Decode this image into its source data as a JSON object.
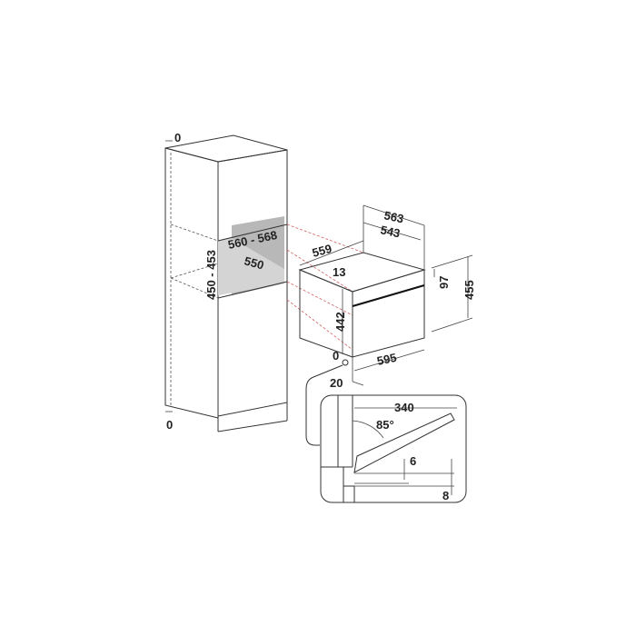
{
  "labels": {
    "cabinet_top_offset": "0",
    "cabinet_bottom_offset": "0",
    "niche_width": "560 - 568",
    "niche_depth": "550",
    "niche_height": "450 - 453",
    "oven_depth_total": "563",
    "oven_depth_body": "543",
    "oven_width_body": "559",
    "oven_top_gap": "13",
    "oven_panel_height": "97",
    "oven_total_height": "455",
    "oven_body_height": "442",
    "oven_front_width": "595",
    "oven_bottom_offset": "0",
    "oven_front_thickness": "20",
    "door_depth": "340",
    "door_angle": "85°",
    "door_gap_1": "6",
    "door_gap_2": "8"
  },
  "colors": {
    "niche_fill": "#b8b8b8",
    "guide_lines": "#d06060"
  }
}
